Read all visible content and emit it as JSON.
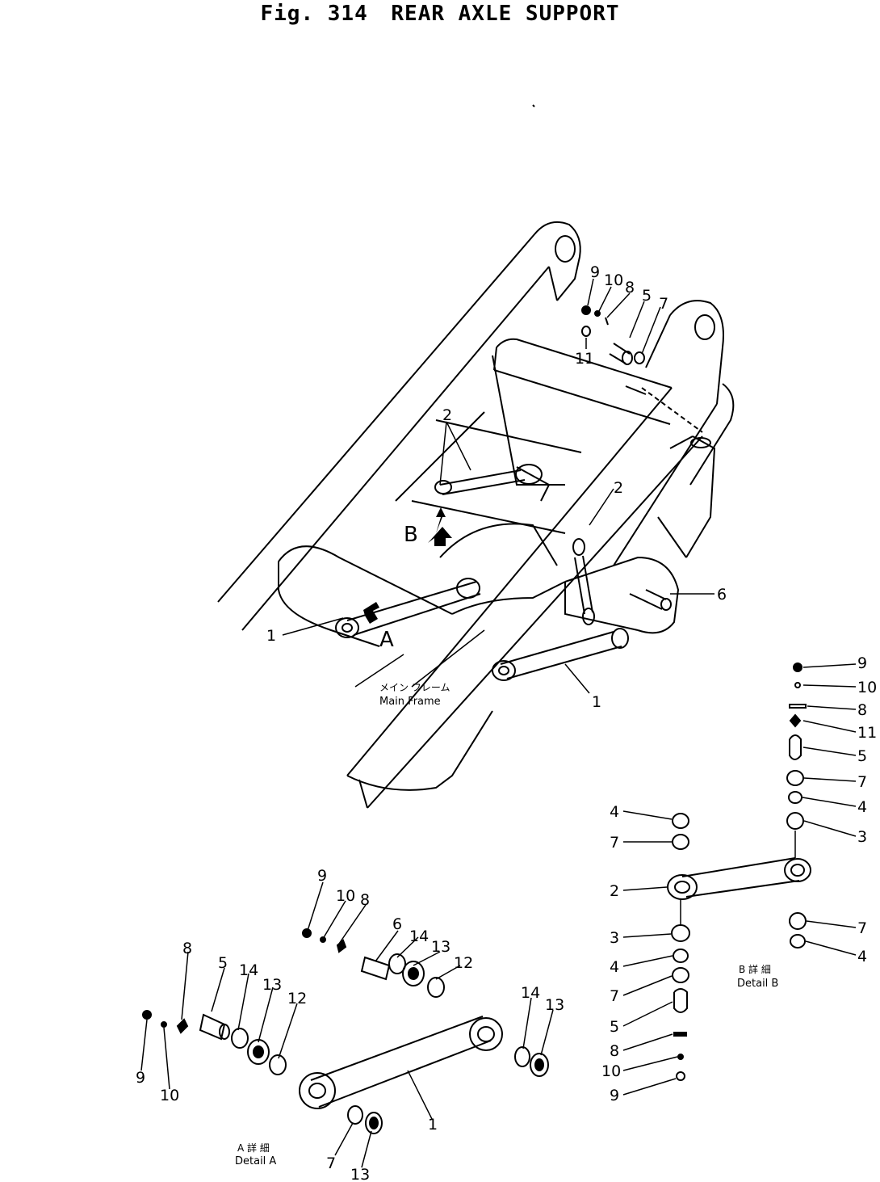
{
  "figure": {
    "number": "Fig. 314",
    "title": "REAR AXLE SUPPORT"
  },
  "labels": {
    "main_frame_jp": "メイン フレーム",
    "main_frame": "Main Frame",
    "view_a": "A",
    "view_b": "B",
    "detail_a_jp": "A 詳 細",
    "detail_a": "Detail A",
    "detail_b_jp": "B 詳 細",
    "detail_b": "Detail B"
  },
  "callouts": {
    "main": [
      "9",
      "10",
      "8",
      "5",
      "7",
      "11",
      "2",
      "2",
      "6",
      "1",
      "1"
    ],
    "detail_a": [
      "9",
      "10",
      "8",
      "6",
      "14",
      "13",
      "12",
      "8",
      "5",
      "14",
      "13",
      "12",
      "9",
      "10",
      "14",
      "13",
      "1",
      "7",
      "13"
    ],
    "detail_b_right": [
      "9",
      "10",
      "8",
      "11",
      "5",
      "7",
      "4",
      "3",
      "7",
      "4"
    ],
    "detail_b_left": [
      "4",
      "7",
      "2",
      "3",
      "4",
      "7",
      "5",
      "8",
      "10",
      "9"
    ]
  }
}
